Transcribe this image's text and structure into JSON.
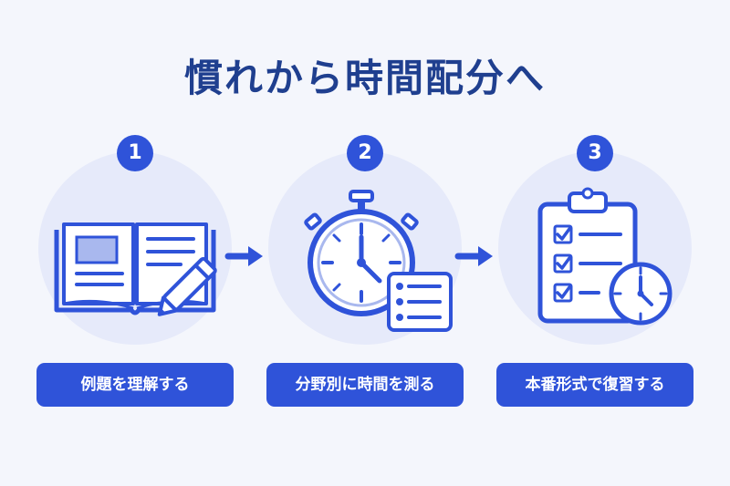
{
  "title": "慣れから時間配分へ",
  "colors": {
    "primary": "#2f53d9",
    "title": "#1f3f8f",
    "circle_bg": "#e6eafa",
    "page_bg": "#f4f6fc"
  },
  "steps": [
    {
      "number": "1",
      "label": "例題を理解する",
      "icon": "open-book-with-pencil-icon"
    },
    {
      "number": "2",
      "label": "分野別に時間を測る",
      "icon": "stopwatch-with-list-icon"
    },
    {
      "number": "3",
      "label": "本番形式で復習する",
      "icon": "checklist-clipboard-with-clock-icon"
    }
  ],
  "connectors": [
    "arrow-right-icon",
    "arrow-right-icon"
  ]
}
